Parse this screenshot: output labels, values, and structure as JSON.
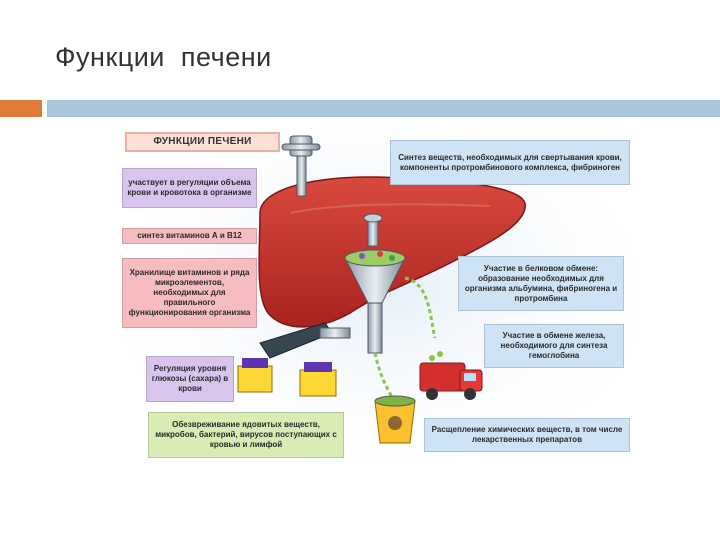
{
  "slide": {
    "title": "Функции  печени"
  },
  "infographic": {
    "header": "ФУНКЦИИ ПЕЧЕНИ",
    "left_boxes": [
      "участвует в регуляции объема крови и кровотока в организме",
      "синтез витаминов А и В12",
      "Хранилище витаминов и ряда микроэлементов, необходимых для правильного функционирования организма",
      "Регуляция уровня глюкозы (сахара) в крови"
    ],
    "right_boxes": [
      "Синтез веществ, необходимых для свертывания крови, компоненты протромбинового комплекса, фибриноген",
      "Участие в белковом обмене: образование необходимых для организма альбумина, фибриногена и протромбина",
      "Участие в обмене железа, необходимого для синтеза гемоглобина",
      "Расщепление химических веществ, в том числе лекарственных препаратов"
    ],
    "bottom_box": "Обезвреживание ядовитых веществ, микробов, бактерий, вирусов поступающих с кровью и лимфой"
  },
  "colors": {
    "accent_orange": "#e07b39",
    "accent_blue": "#a9c4dd",
    "liver": "#c9312b",
    "box_pink": "#f6bcc0",
    "box_purple": "#d9c4ee",
    "box_blue": "#cfe3f6",
    "box_green": "#d8ecb4"
  },
  "icons": [
    "liver-illustration",
    "faucet-icon",
    "funnel-icon",
    "truck-icon",
    "bucket-icon",
    "battery-icon"
  ]
}
